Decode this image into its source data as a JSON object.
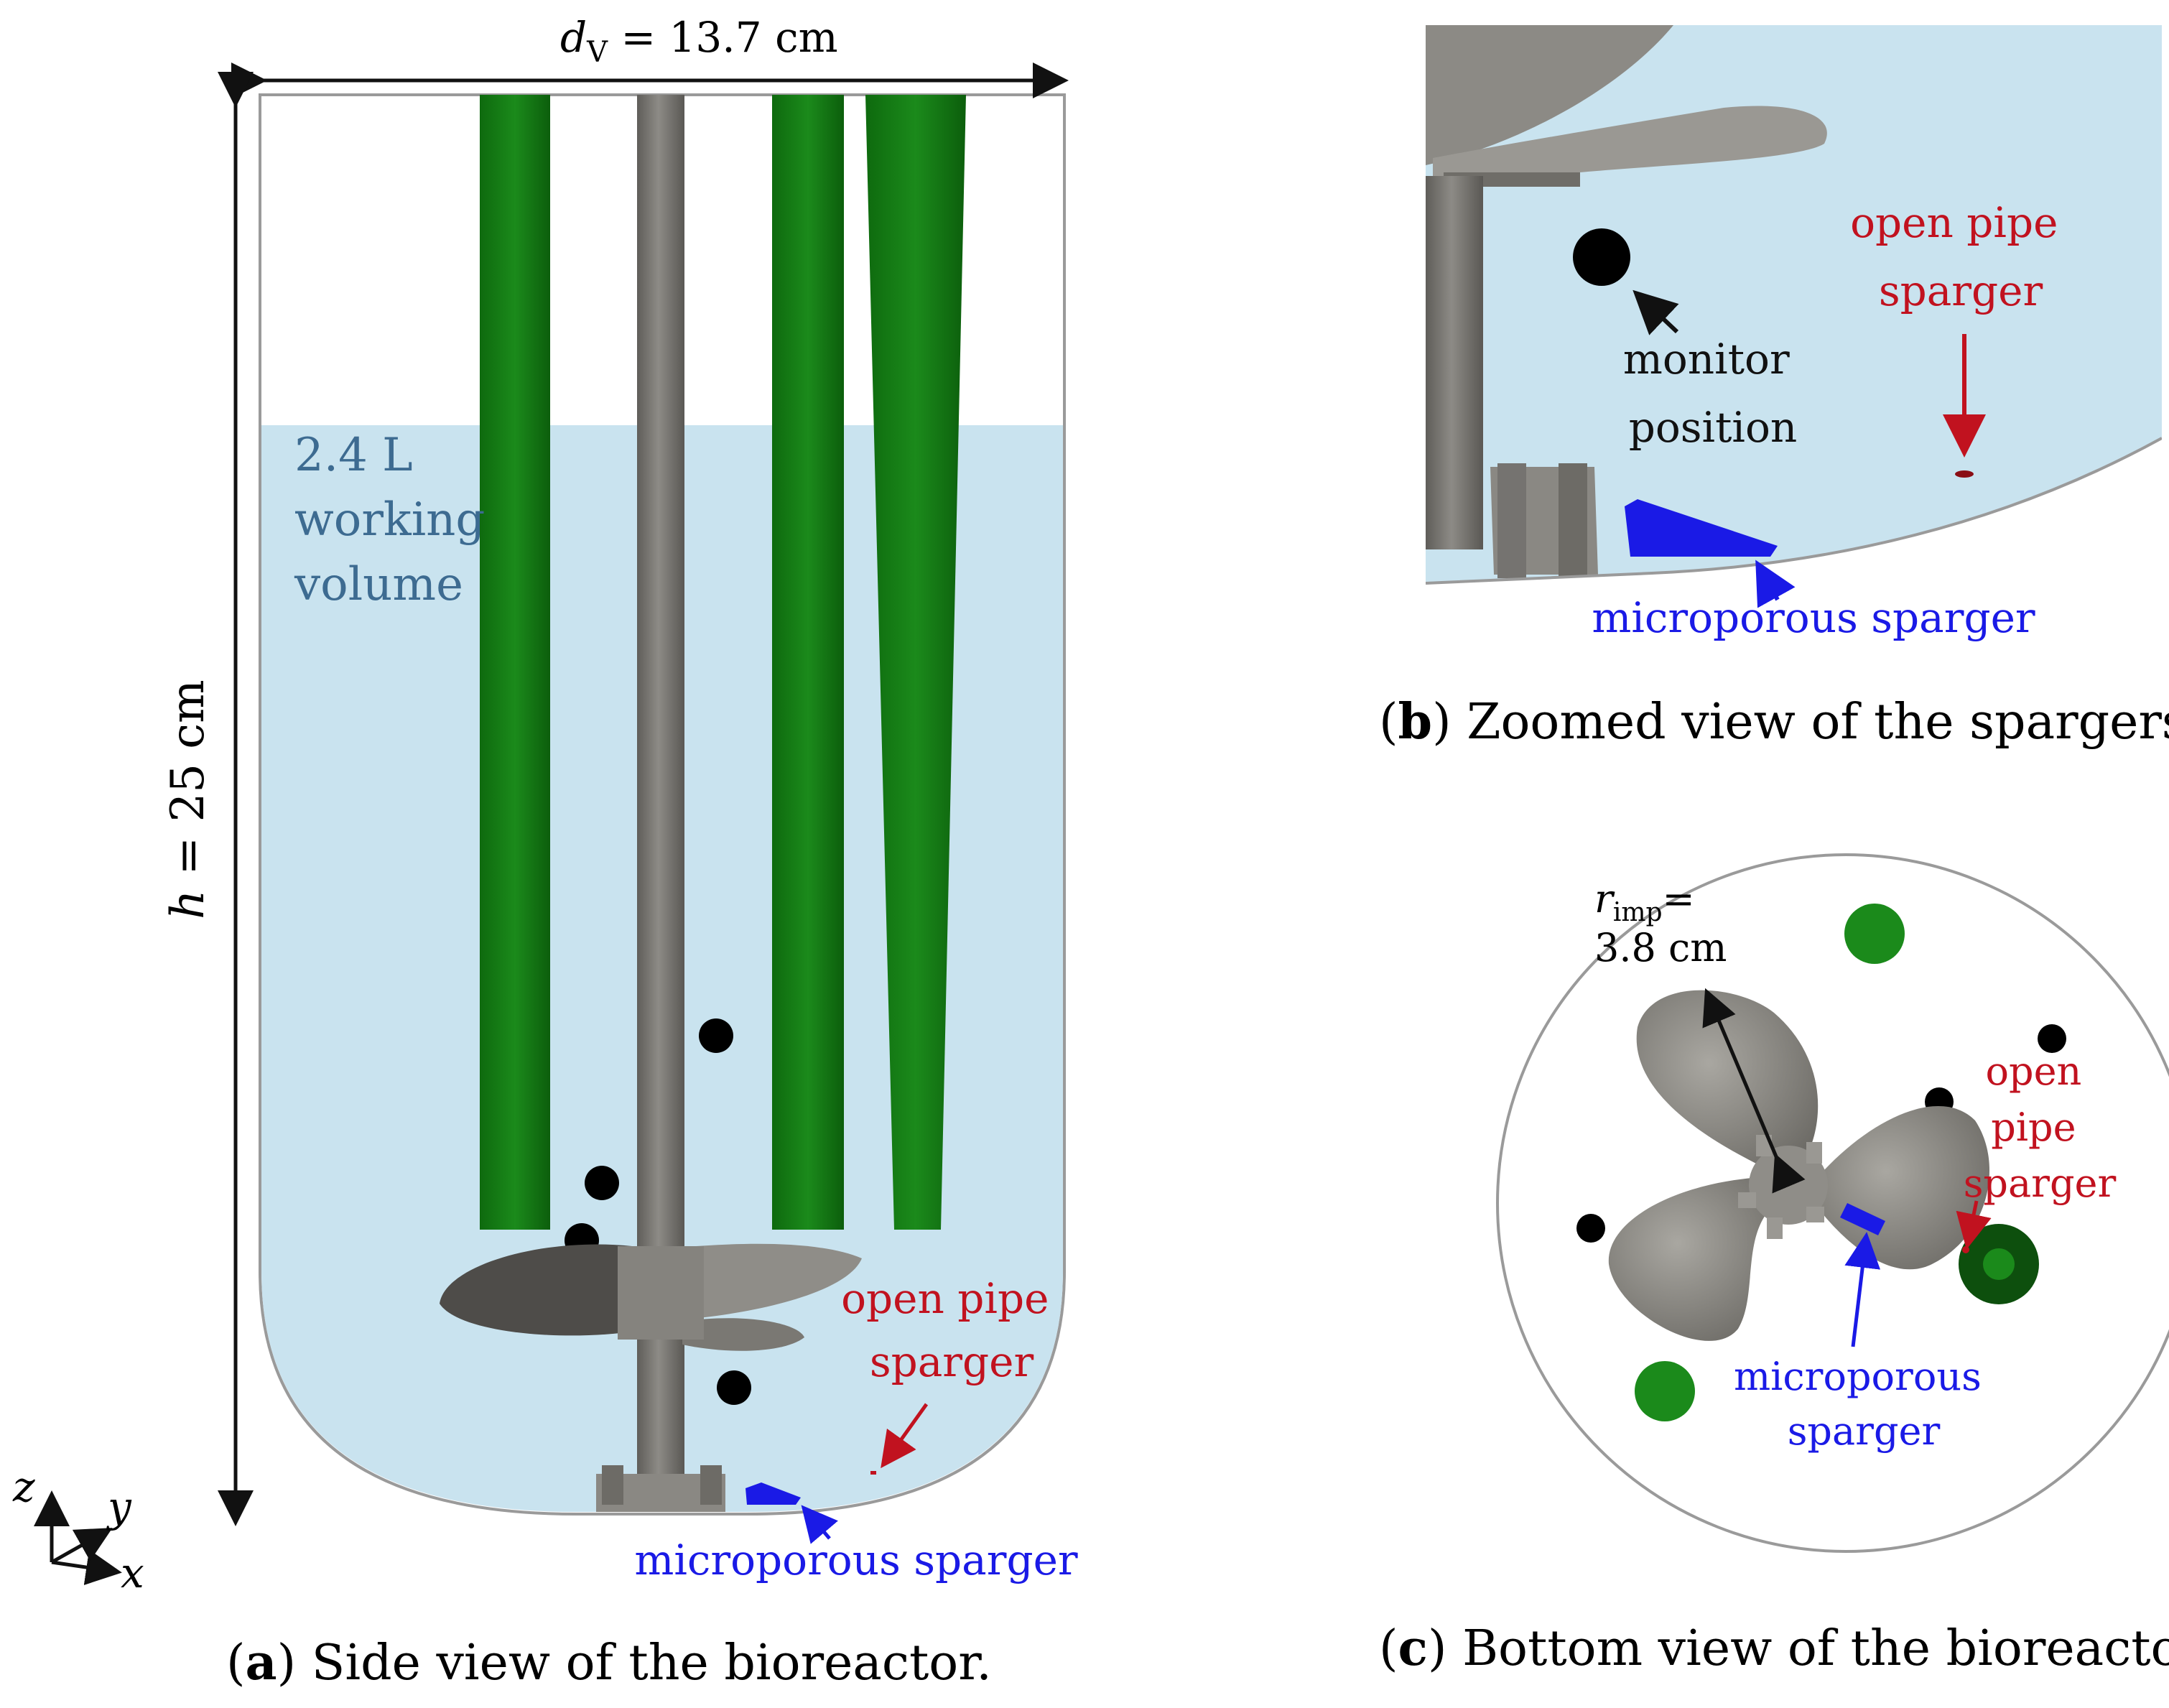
{
  "panel_a": {
    "dimension_width": {
      "var": "d",
      "sub": "V",
      "rest": " = 13.7 cm"
    },
    "dimension_height": {
      "var": "h",
      "rest": " = 25 cm"
    },
    "volume_label": [
      "2.4 L",
      "working",
      "volume"
    ],
    "open_pipe_label": [
      "open pipe",
      "sparger"
    ],
    "microporous_label": "microporous sparger",
    "axes": {
      "z": "z",
      "y": "y",
      "x": "x"
    },
    "caption": {
      "letter": "a",
      "before": "(",
      "after": ") Side view of the bioreactor."
    }
  },
  "panel_b": {
    "open_pipe_label": [
      "open pipe",
      "sparger"
    ],
    "monitor_label": [
      "monitor",
      "position"
    ],
    "microporous_label": "microporous sparger",
    "caption": {
      "letter": "b",
      "before": "(",
      "after": ") Zoomed view of the spargers"
    }
  },
  "panel_c": {
    "radius_label": {
      "var": "r",
      "sub": "imp",
      "rest": "="
    },
    "radius_value": "3.8 cm",
    "open_pipe_label": [
      "open",
      "pipe",
      "sparger"
    ],
    "microporous_label": [
      "microporous",
      "sparger"
    ],
    "caption": {
      "letter": "c",
      "before": "(",
      "after": ") Bottom view of the bioreactor."
    }
  },
  "colors": {
    "liquid": "#c9e3ef",
    "baffle": "#137a13",
    "shaft": "#7f7d78",
    "open_pipe": "#c1121f",
    "microporous": "#1a1ae6",
    "volume_text": "#3d6b91"
  }
}
